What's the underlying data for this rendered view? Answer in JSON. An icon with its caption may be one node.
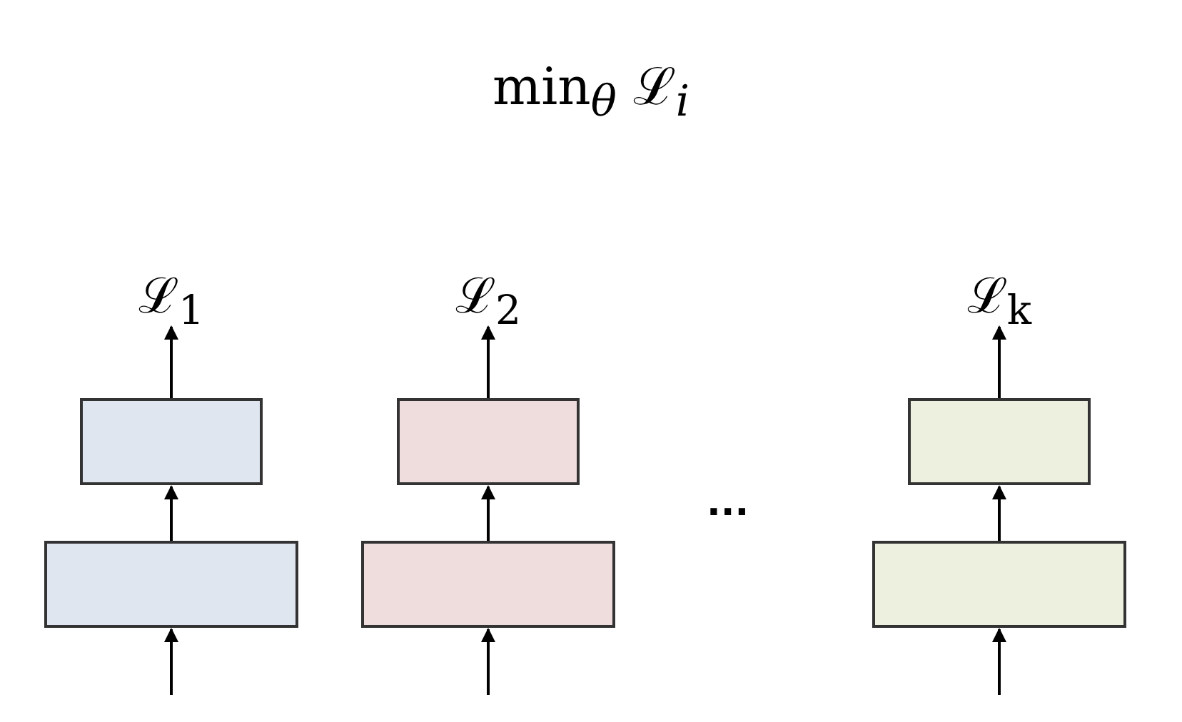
{
  "diagram": {
    "title": "min$_{θ}$ ℒ$_{i}$",
    "nodes": [
      {
        "text": [
          "ℒ$_{1}$"
        ]
      },
      {
        "text": [],
        "shape": "box"
      },
      {
        "text": [],
        "shape": "box"
      },
      {
        "text": [
          "ℒ$_{2}$"
        ]
      },
      {
        "text": [],
        "shape": "box"
      },
      {
        "text": [],
        "shape": "box"
      },
      {
        "text": [
          "ℒ$_{k}$"
        ]
      },
      {
        "text": [],
        "shape": "box"
      },
      {
        "text": [],
        "shape": "box"
      }
    ],
    "edges": [
      {
        "from": null,
        "to": 2,
        "arrow": "to"
      },
      {
        "from": 2,
        "to": 1,
        "arrow": "to"
      },
      {
        "from": 1,
        "to": 0,
        "arrow": "to"
      },
      {
        "from": null,
        "to": 5,
        "arrow": "to"
      },
      {
        "from": 5,
        "to": 4,
        "arrow": "to"
      },
      {
        "from": 4,
        "to": 3,
        "arrow": "to"
      },
      {
        "from": null,
        "to": 8,
        "arrow": "to"
      },
      {
        "from": 8,
        "to": 7,
        "arrow": "to"
      },
      {
        "from": 7,
        "to": 6,
        "arrow": "to"
      }
    ],
    "labels": [
      "..."
    ]
  }
}
